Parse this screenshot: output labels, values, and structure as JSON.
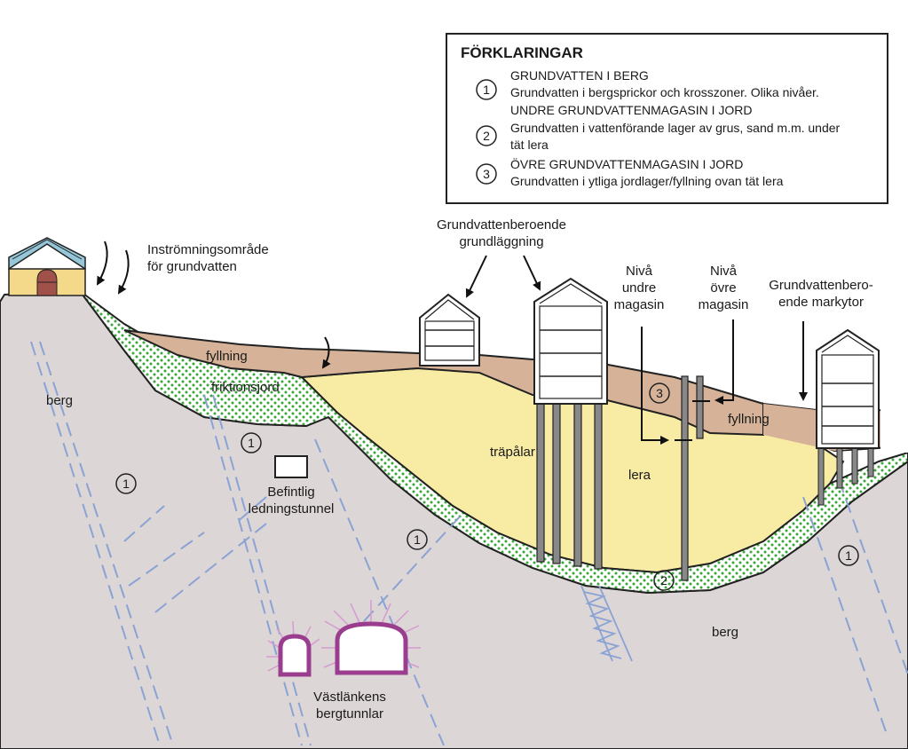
{
  "legend": {
    "title": "FÖRKLARINGAR",
    "items": [
      {
        "number": "1",
        "heading": "GRUNDVATTEN I BERG",
        "lines": [
          "Grundvatten i bergsprickor och krosszoner. Olika nivåer."
        ]
      },
      {
        "number": "2",
        "heading": "UNDRE GRUNDVATTENMAGASIN I JORD",
        "lines": [
          "Grundvatten i vattenförande lager av grus, sand m.m. under",
          "tät lera"
        ]
      },
      {
        "number": "3",
        "heading": "ÖVRE GRUNDVATTENMAGASIN I JORD",
        "lines": [
          "Grundvatten i ytliga jordlager/fyllning ovan tät lera"
        ]
      }
    ]
  },
  "labels": {
    "inflow": [
      "Inströmningsområde",
      "för grundvatten"
    ],
    "foundation": [
      "Grundvattenberoende",
      "grundläggning"
    ],
    "level_lower": [
      "Nivå",
      "undre",
      "magasin"
    ],
    "level_upper": [
      "Nivå",
      "övre",
      "magasin"
    ],
    "surfaces": [
      "Grundvattenbero-",
      "ende  markytor"
    ],
    "fyllning_left": "fyllning",
    "fyllning_right": "fyllning",
    "friktionsjord": "friktionsjord",
    "berg_left": "berg",
    "berg_right": "berg",
    "trapalar": "träpålar",
    "lera": "lera",
    "tunnel_existing": [
      "Befintlig",
      "ledningstunnel"
    ],
    "tunnels_vastlanken": [
      "Västlänkens",
      "bergtunnlar"
    ]
  },
  "markers": [
    "1",
    "1",
    "1",
    "1",
    "2",
    "3"
  ],
  "colors": {
    "bedrock": "#dcd6d6",
    "clay": "#f8eba4",
    "fill": "#d6b398",
    "friction_soil": "#ffffff",
    "friction_dots": "#3aa83a",
    "water_lines": "#8aa3d4",
    "tunnel": "#9b3d8f",
    "tunnel_rays": "#d79ad0",
    "house_roof": "#95c7d8",
    "house_wall": "#f5d98a",
    "outline": "#222222"
  }
}
